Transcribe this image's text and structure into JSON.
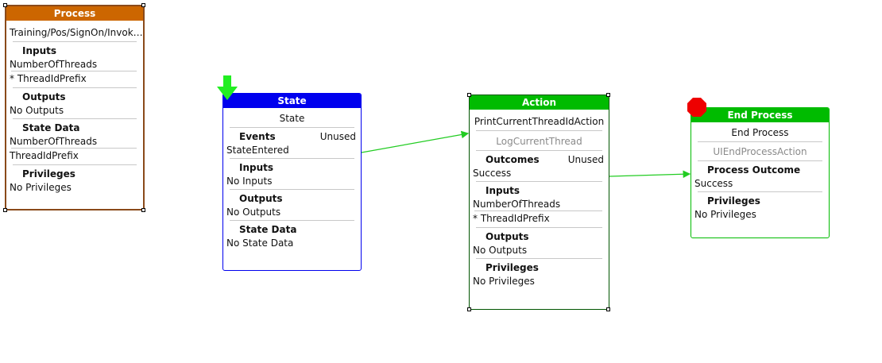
{
  "process": {
    "title": "Process",
    "name": "Training/Pos/SignOn/Invok…",
    "inputs_label": "Inputs",
    "inputs": [
      "NumberOfThreads",
      "* ThreadIdPrefix"
    ],
    "outputs_label": "Outputs",
    "outputs": "No Outputs",
    "state_data_label": "State Data",
    "state_data": [
      "NumberOfThreads",
      "ThreadIdPrefix"
    ],
    "privileges_label": "Privileges",
    "privileges": "No Privileges",
    "color": "#cc6600"
  },
  "state": {
    "title": "State",
    "name": "State",
    "events_label": "Events",
    "events_status": "Unused",
    "events": "StateEntered",
    "inputs_label": "Inputs",
    "inputs": "No Inputs",
    "outputs_label": "Outputs",
    "outputs": "No Outputs",
    "state_data_label": "State Data",
    "state_data": "No State Data",
    "color": "#0000ee"
  },
  "action": {
    "title": "Action",
    "name": "PrintCurrentThreadIdAction",
    "sub": "LogCurrentThread",
    "outcomes_label": "Outcomes",
    "outcomes_status": "Unused",
    "outcomes": "Success",
    "inputs_label": "Inputs",
    "inputs": [
      "NumberOfThreads",
      "* ThreadIdPrefix"
    ],
    "outputs_label": "Outputs",
    "outputs": "No Outputs",
    "privileges_label": "Privileges",
    "privileges": "No Privileges",
    "color": "#00bb00"
  },
  "end": {
    "title": "End Process",
    "name": "End Process",
    "sub": "UIEndProcessAction",
    "outcome_label": "Process Outcome",
    "outcome": "Success",
    "privileges_label": "Privileges",
    "privileges": "No Privileges",
    "color": "#00bb00"
  },
  "colors": {
    "edge": "#22cc22",
    "start_arrow": "#22ee22",
    "stop_octagon": "#ee0000"
  },
  "icons": [
    "start-arrow-icon",
    "stop-octagon-icon"
  ]
}
